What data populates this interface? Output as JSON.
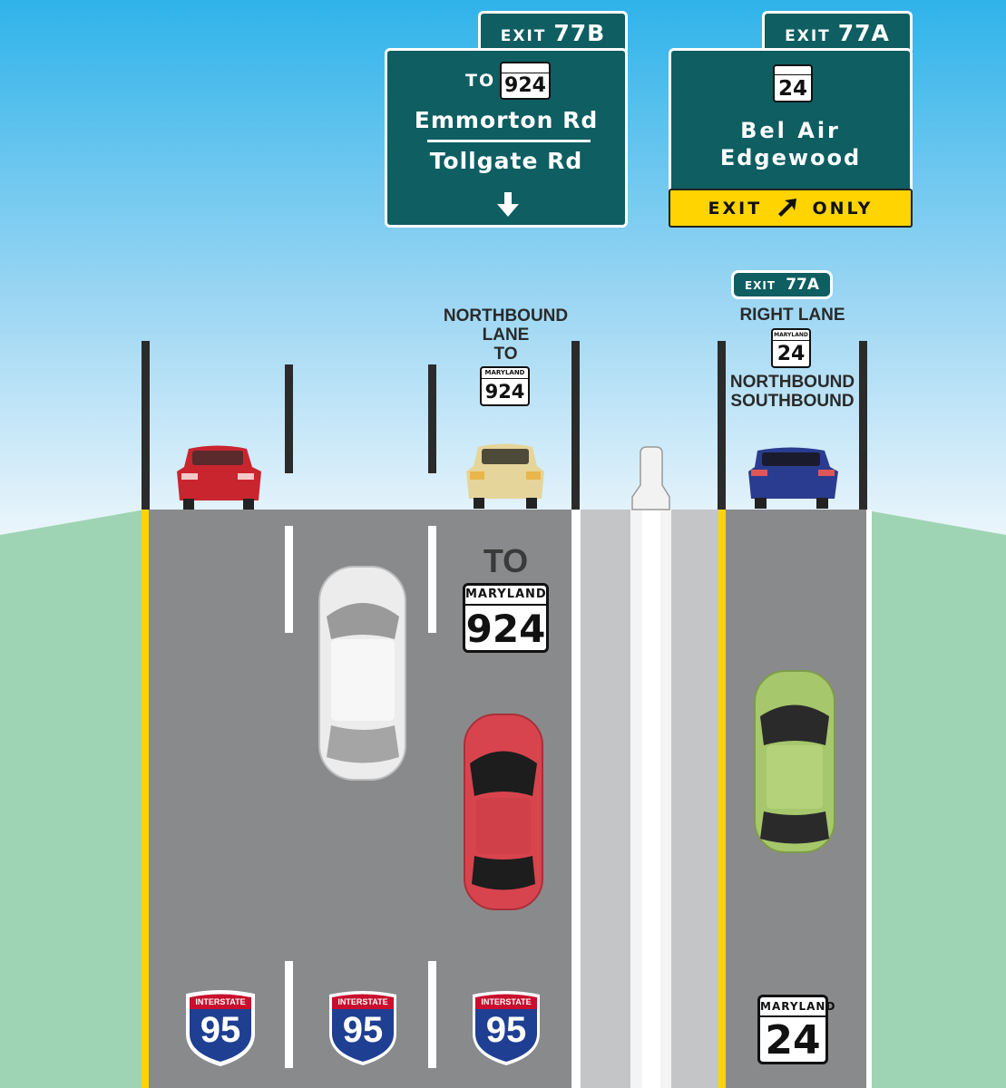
{
  "overhead_signs": {
    "left": {
      "exit_label": "EXIT",
      "exit_number": "77B",
      "to_label": "TO",
      "route_number": "924",
      "destination_1": "Emmorton Rd",
      "destination_2": "Tollgate Rd"
    },
    "right": {
      "exit_label": "EXIT",
      "exit_number": "77A",
      "route_number": "24",
      "destination_1": "Bel Air",
      "destination_2": "Edgewood",
      "exit_only_left": "EXIT",
      "exit_only_right": "ONLY"
    }
  },
  "lane_labels": {
    "left_exit_lane": {
      "line1": "NORTHBOUND",
      "line2": "LANE",
      "line3": "TO",
      "shield_state": "MARYLAND",
      "shield_number": "924"
    },
    "right_exit_lane": {
      "exit_label": "EXIT",
      "exit_number": "77A",
      "line1": "RIGHT LANE",
      "shield_state": "MARYLAND",
      "shield_number": "24",
      "line2": "NORTHBOUND",
      "line3": "SOUTHBOUND"
    }
  },
  "pavement_markings": {
    "to_label": "TO",
    "route_924_state": "MARYLAND",
    "route_924_number": "924",
    "interstate_label": "INTERSTATE",
    "interstate_number": "95",
    "route_24_state": "MARYLAND",
    "route_24_number": "24"
  },
  "colors": {
    "sky_top": "#2fb3ea",
    "sky_bottom": "#e8f4fb",
    "grass": "#9ed4b3",
    "road": "#898a8c",
    "shoulder": "#c4c5c7",
    "guide_sign": "#0e5e62",
    "yellow": "#ffd400",
    "interstate_blue": "#1f3f93",
    "interstate_red": "#c8102e"
  }
}
